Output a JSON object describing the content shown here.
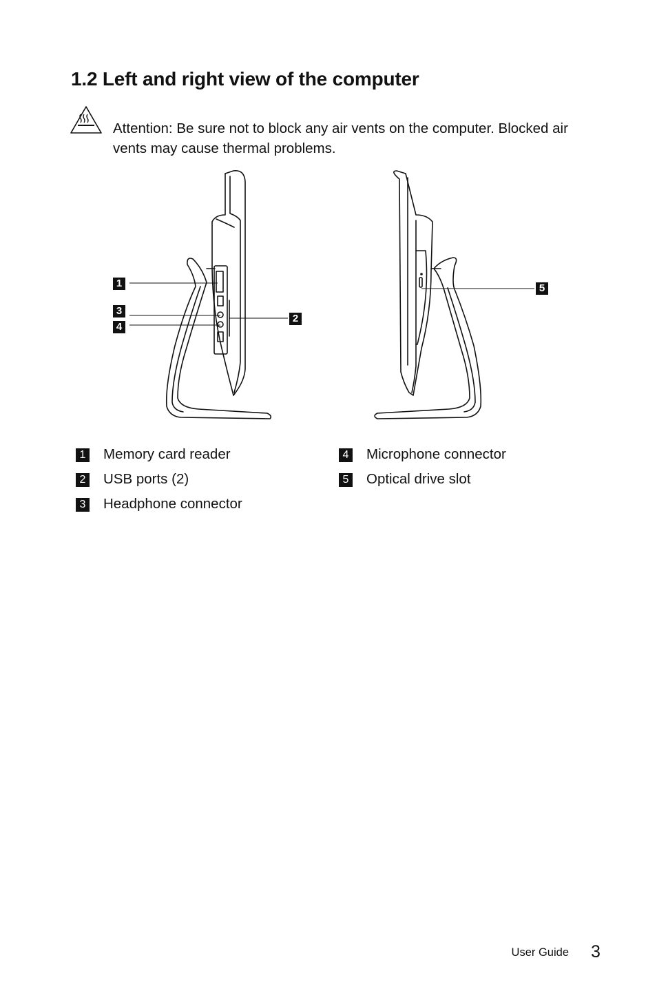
{
  "section": {
    "heading": "1.2 Left and right view of the computer"
  },
  "attention": {
    "icon": "hot-surface-warning-icon",
    "lead": "Attention:",
    "text": " Be sure not to block any air vents on the computer. Blocked air vents may cause thermal problems."
  },
  "figure": {
    "callouts": [
      "1",
      "2",
      "3",
      "4",
      "5"
    ]
  },
  "legend": {
    "items": [
      {
        "num": "1",
        "label": "Memory card reader"
      },
      {
        "num": "2",
        "label": "USB ports (2)"
      },
      {
        "num": "3",
        "label": "Headphone connector"
      },
      {
        "num": "4",
        "label": "Microphone connector"
      },
      {
        "num": "5",
        "label": "Optical drive slot"
      }
    ]
  },
  "footer": {
    "label": "User Guide",
    "page": "3"
  }
}
